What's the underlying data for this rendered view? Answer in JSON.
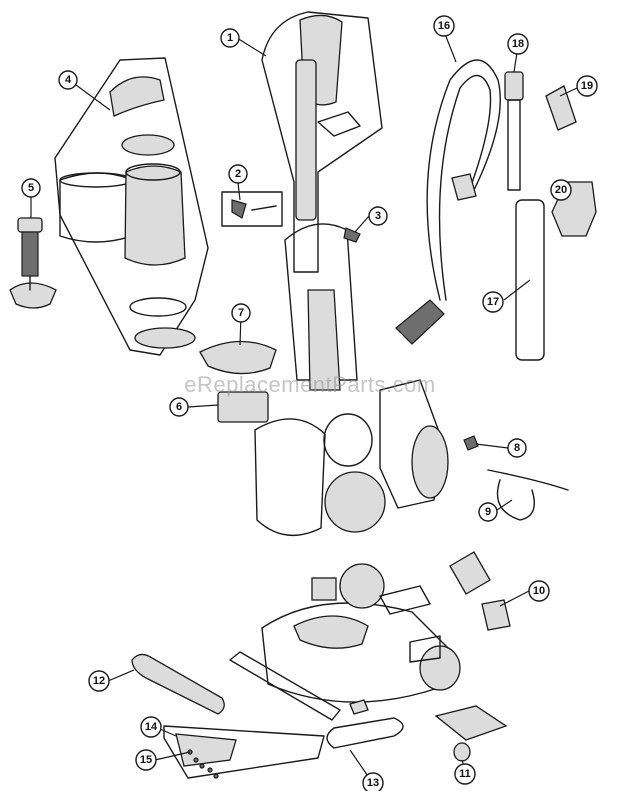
{
  "diagram": {
    "watermark": "eReplacementParts.com",
    "callouts": [
      "1",
      "2",
      "3",
      "4",
      "5",
      "6",
      "7",
      "8",
      "9",
      "10",
      "11",
      "12",
      "13",
      "14",
      "15",
      "16",
      "17",
      "18",
      "19",
      "20"
    ]
  }
}
